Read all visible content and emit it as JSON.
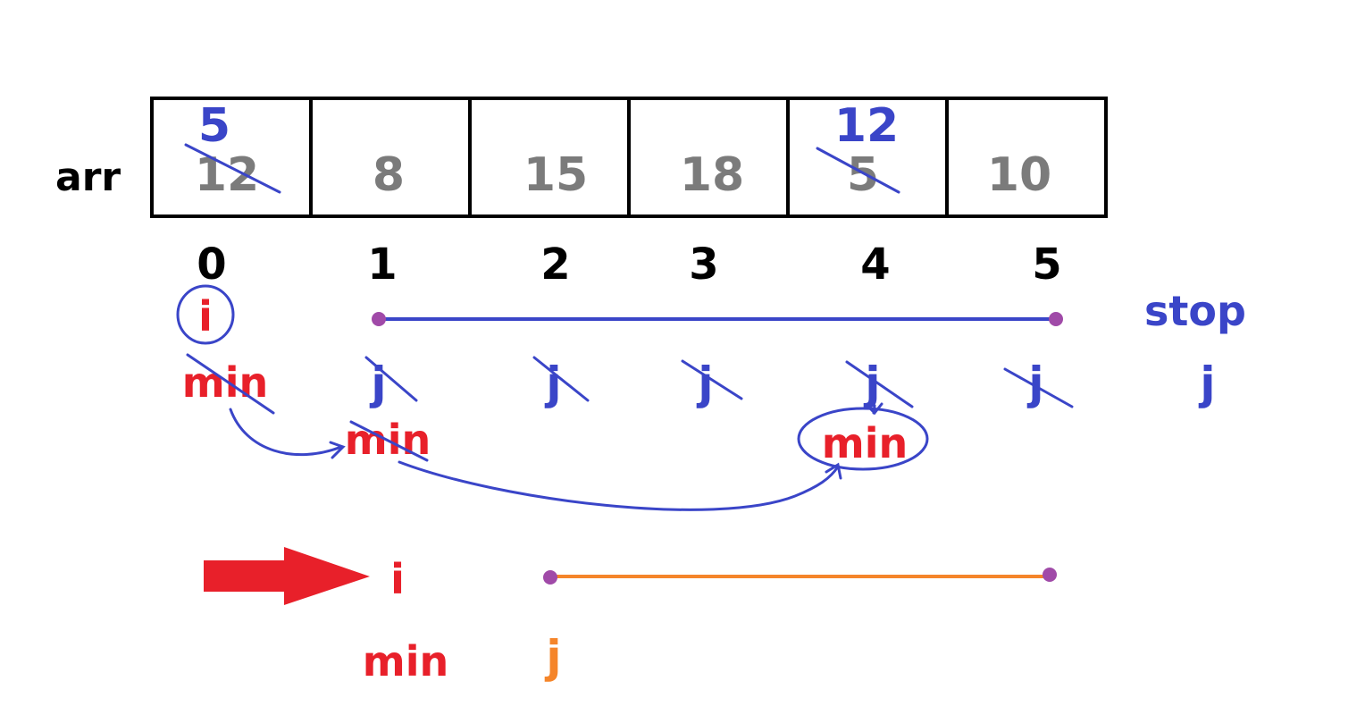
{
  "array": {
    "name": "arr",
    "cells": [
      "12",
      "8",
      "15",
      "18",
      "5",
      "10"
    ],
    "indices": [
      "0",
      "1",
      "2",
      "3",
      "4",
      "5"
    ],
    "swapped_values": [
      "5",
      "",
      "",
      "",
      "12",
      ""
    ]
  },
  "pass1": {
    "i_label": "i",
    "min_labels": [
      "min",
      "min",
      "min"
    ],
    "j_label": "j",
    "stop_label": "stop"
  },
  "pass2": {
    "i_label": "i",
    "min_label": "min",
    "j_label": "j"
  },
  "colors": {
    "blue": "#3a45c8",
    "red": "#e8202a",
    "orange": "#f5852a",
    "purple": "#a04aa8",
    "gray": "#7b7b7b"
  }
}
